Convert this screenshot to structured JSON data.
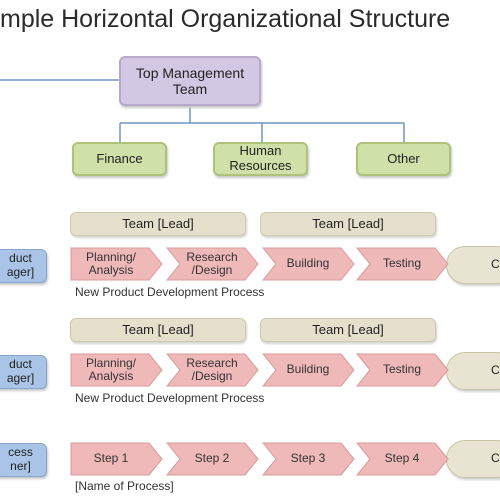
{
  "title": "mple Horizontal Organizational Structure",
  "top": {
    "label": "Top Management Team"
  },
  "departments": [
    {
      "label": "Finance"
    },
    {
      "label": "Human Resources"
    },
    {
      "label": "Other"
    }
  ],
  "rows": [
    {
      "leads": [
        "Team [Lead]",
        "Team [Lead]"
      ],
      "role": "duct\nager]",
      "steps": [
        "Planning/\nAnalysis",
        "Research\n/Design",
        "Building",
        "Testing"
      ],
      "end": "C",
      "process": "New Product Development Process"
    },
    {
      "leads": [
        "Team [Lead]",
        "Team [Lead]"
      ],
      "role": "duct\nager]",
      "steps": [
        "Planning/\nAnalysis",
        "Research\n/Design",
        "Building",
        "Testing"
      ],
      "end": "C",
      "process": "New Product Development Process"
    },
    {
      "leads": [],
      "role": "cess\nner]",
      "steps": [
        "Step 1",
        "Step 2",
        "Step 3",
        "Step 4"
      ],
      "end": "C",
      "process": "[Name of Process]"
    }
  ],
  "colors": {
    "line": "#6f96c4",
    "arrow_fill": "#efb9b9",
    "arrow_stroke": "#d99a9a"
  }
}
